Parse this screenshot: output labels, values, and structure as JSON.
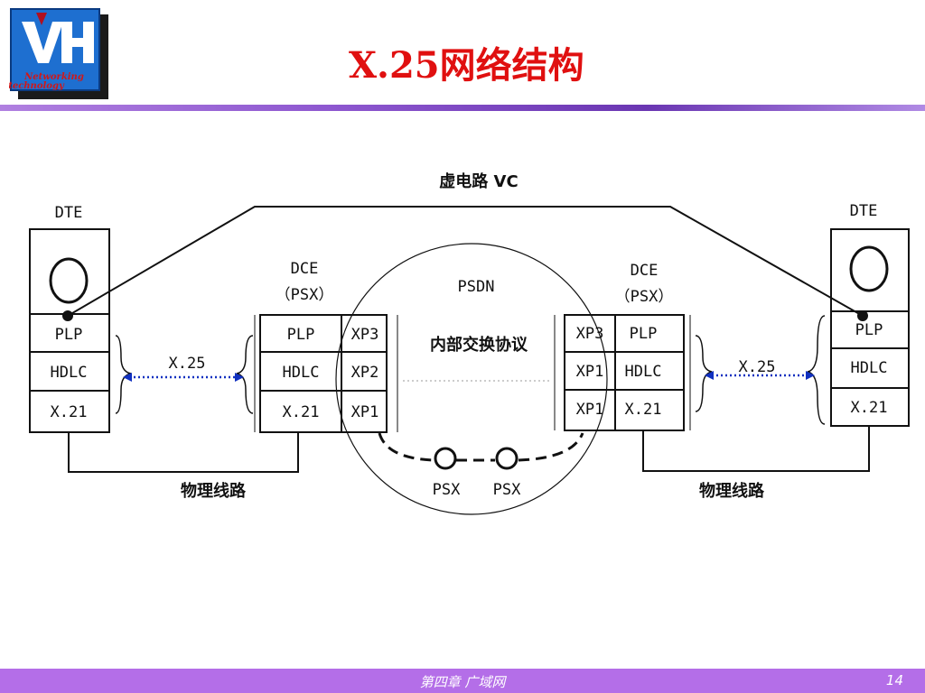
{
  "slide": {
    "title": "X.25网络结构",
    "logo_text_line1": "Networking",
    "logo_text_line2": "technology"
  },
  "diagram": {
    "virtual_circuit_label": "虚电路 VC",
    "left_dte": {
      "title": "DTE",
      "layers": [
        "PLP",
        "HDLC",
        "X.21"
      ]
    },
    "right_dte": {
      "title": "DTE",
      "layers": [
        "PLP",
        "HDLC",
        "X.21"
      ]
    },
    "left_dce": {
      "title_line1": "DCE",
      "title_line2": "（PSX）",
      "layers": [
        "PLP",
        "HDLC",
        "X.21"
      ],
      "xp_layers": [
        "XP3",
        "XP2",
        "XP1"
      ]
    },
    "right_dce": {
      "title_line1": "DCE",
      "title_line2": "（PSX）",
      "layers": [
        "PLP",
        "HDLC",
        "X.21"
      ],
      "xp_layers": [
        "XP3",
        "XP1",
        "XP1"
      ]
    },
    "psdn_label": "PSDN",
    "internal_protocol_label": "内部交换协议",
    "left_link_label": "X.25",
    "right_link_label": "X.25",
    "left_physical_label": "物理线路",
    "right_physical_label": "物理线路",
    "psx_labels": [
      "PSX",
      "PSX"
    ]
  },
  "footer": {
    "chapter": "第四章  广域网",
    "page_number": "14"
  },
  "colors": {
    "title": "#e01010",
    "accent_rule": "#7a44c0",
    "footer_bg": "#b46ee8",
    "link_dotted": "#1030c0"
  }
}
